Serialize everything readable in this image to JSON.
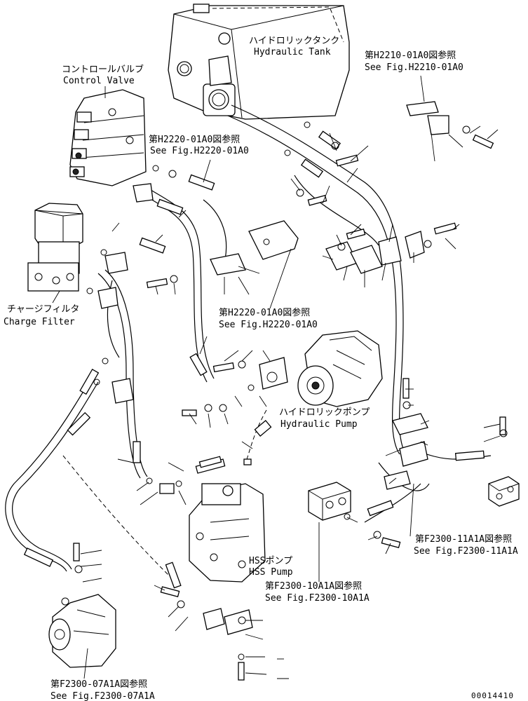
{
  "labels": {
    "hydraulic_tank": {
      "jp": "ハイドロリックタンク",
      "en": "Hydraulic Tank"
    },
    "control_valve": {
      "jp": "コントロールバルブ",
      "en": "Control Valve"
    },
    "charge_filter": {
      "jp": "チャージフィルタ",
      "en": "Charge Filter"
    },
    "hydraulic_pump": {
      "jp": "ハイドロリックポンプ",
      "en": "Hydraulic Pump"
    },
    "hss_pump": {
      "jp": "HSSポンプ",
      "en": "HSS Pump"
    }
  },
  "refs": {
    "h2210": {
      "jp": "第H2210-01A0図参照",
      "en": "See Fig.H2210-01A0"
    },
    "h2220_top": {
      "jp": "第H2220-01A0図参照",
      "en": "See Fig.H2220-01A0"
    },
    "h2220_mid": {
      "jp": "第H2220-01A0図参照",
      "en": "See Fig.H2220-01A0"
    },
    "f2300_11": {
      "jp": "第F2300-11A1A図参照",
      "en": "See Fig.F2300-11A1A"
    },
    "f2300_10": {
      "jp": "第F2300-10A1A図参照",
      "en": "See Fig.F2300-10A1A"
    },
    "f2300_07": {
      "jp": "第F2300-07A1A図参照",
      "en": "See Fig.F2300-07A1A"
    }
  },
  "drawing_number": "00014410"
}
